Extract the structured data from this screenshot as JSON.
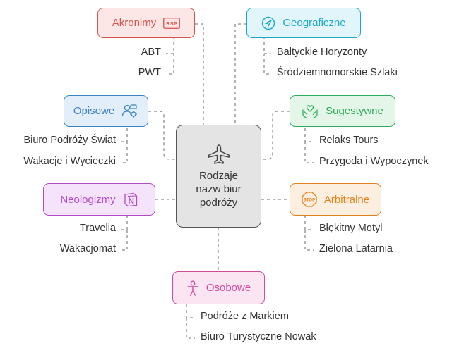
{
  "center": {
    "title": "Rodzaje nazw biur podróży",
    "icon": "airplane-icon"
  },
  "categories": [
    {
      "id": "akronimy",
      "label": "Akronimy",
      "icon": "rsp-badge-icon",
      "badge_text": "RSP",
      "color": "#d9534f",
      "items": [
        "ABT",
        "PWT"
      ]
    },
    {
      "id": "geograficzne",
      "label": "Geograficzne",
      "icon": "navigation-arrow-icon",
      "color": "#1aa9c7",
      "items": [
        "Bałtyckie Horyzonty",
        "Śródziemnomorskie Szlaki"
      ]
    },
    {
      "id": "opisowe",
      "label": "Opisowe",
      "icon": "people-settings-icon",
      "color": "#3b82c4",
      "items": [
        "Biuro Podróży Świat",
        "Wakacje i Wycieczki"
      ]
    },
    {
      "id": "sugestywne",
      "label": "Sugestywne",
      "icon": "heart-hands-icon",
      "color": "#2eaa5c",
      "items": [
        "Relaks Tours",
        "Przygoda i Wypoczynek"
      ]
    },
    {
      "id": "neologizmy",
      "label": "Neologizmy",
      "icon": "notion-n-icon",
      "color": "#b04ac9",
      "items": [
        "Travelia",
        "Wakacjomat"
      ]
    },
    {
      "id": "arbitralne",
      "label": "Arbitralne",
      "icon": "stop-sign-icon",
      "badge_text": "STOP",
      "color": "#e0821c",
      "items": [
        "Błękitny Motyl",
        "Zielona Latarnia"
      ]
    },
    {
      "id": "osobowe",
      "label": "Osobowe",
      "icon": "person-icon",
      "color": "#d04aa0",
      "items": [
        "Podróże z Markiem",
        "Biuro Turystyczne Nowak"
      ]
    }
  ]
}
